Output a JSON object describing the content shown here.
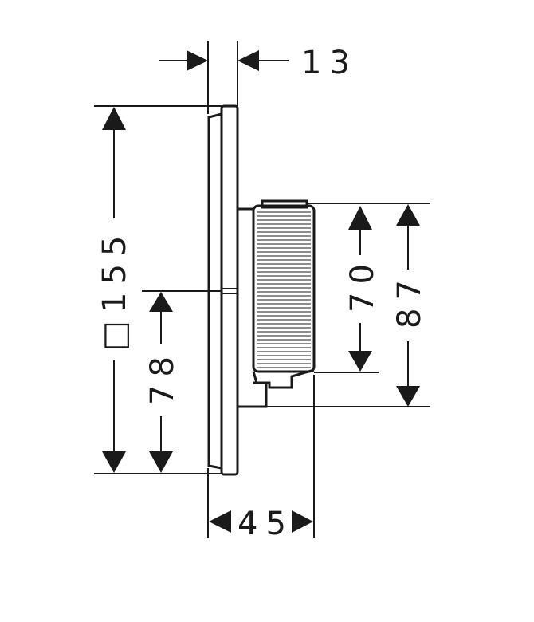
{
  "dimensions": {
    "top_depth": "13",
    "plate_size": "155",
    "plate_symbol": "□",
    "center_height": "78",
    "knob_diameter": "70",
    "body_height": "87",
    "total_depth": "45"
  },
  "colors": {
    "ink": "#1a1a1a",
    "background": "#ffffff"
  }
}
